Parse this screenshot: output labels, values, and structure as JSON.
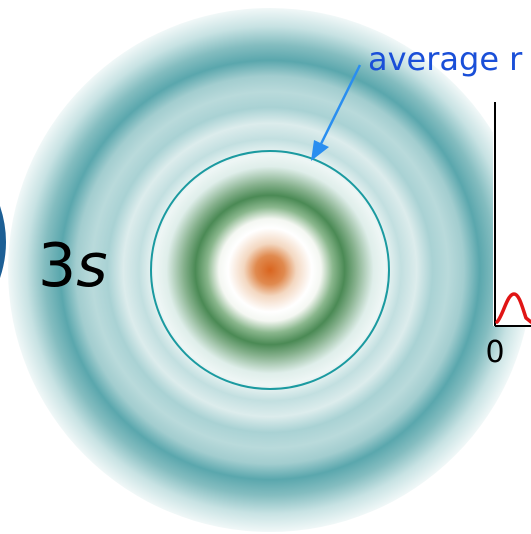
{
  "orbital_label": {
    "prefix": "3",
    "suffix": "s"
  },
  "annotation": {
    "text": "average r",
    "color": "#1a4fd8"
  },
  "graph": {
    "x_tick_label": "0",
    "curve_color": "#e01515"
  },
  "colors": {
    "nucleus_core": "#d9651f",
    "inner_ring": "#4b8a55",
    "outer_shells": "#5aa7ad",
    "average_radius_circle": "#1b9aa0",
    "arrow": "#2a8ef0"
  }
}
